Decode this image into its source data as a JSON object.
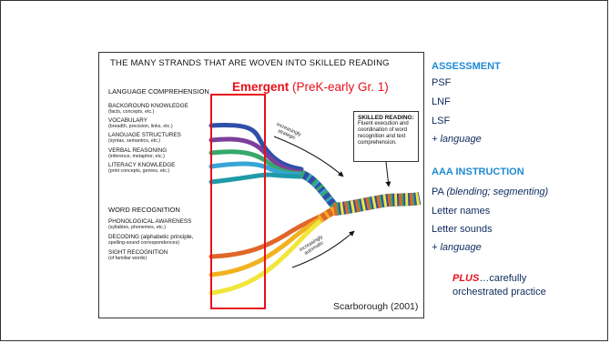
{
  "figure": {
    "title": "THE MANY STRANDS THAT ARE WOVEN INTO SKILLED READING",
    "language_comprehension": {
      "title": "LANGUAGE COMPREHENSION",
      "strands": [
        {
          "name": "BACKGROUND KNOWLEDGE",
          "desc": "(facts, concepts, etc.)"
        },
        {
          "name": "VOCABULARY",
          "desc": "(breadth, precision, links, etc.)"
        },
        {
          "name": "LANGUAGE STRUCTURES",
          "desc": "(syntax, semantics, etc.)"
        },
        {
          "name": "VERBAL REASONING",
          "desc": "(inference, metaphor, etc.)"
        },
        {
          "name": "LITERACY KNOWLEDGE",
          "desc": "(print concepts, genres, etc.)"
        }
      ]
    },
    "word_recognition": {
      "title": "WORD RECOGNITION",
      "strands": [
        {
          "name": "PHONOLOGICAL AWARENESS",
          "desc": "(syllables, phonemes, etc.)"
        },
        {
          "name": "DECODING (alphabetic principle,",
          "desc": "spelling-sound correspondences)"
        },
        {
          "name": "SIGHT RECOGNITION",
          "desc": "(of familiar words)"
        }
      ]
    },
    "emergent": {
      "bold": "Emergent",
      "rest": " (PreK-early Gr. 1)"
    },
    "skilled": {
      "title": "SKILLED READING:",
      "text": "Fluent execution and coordination of word recognition and text comprehension."
    },
    "strategic_label": {
      "line1": "increasingly",
      "line2": "strategic"
    },
    "automatic_label": {
      "line1": "increasingly",
      "line2": "automatic"
    },
    "citation": "Scarborough (2001)",
    "colors": {
      "comprehension": [
        "#2f4fa8",
        "#7e3f9b",
        "#36a86b",
        "#37a5d6",
        "#1f9aa8"
      ],
      "recognition": [
        "#e0662a",
        "#f2b21f",
        "#f1e63a"
      ],
      "highlight": "#e8101a"
    }
  },
  "assessment": {
    "title": "ASSESSMENT",
    "items": [
      "PSF",
      "LNF",
      "LSF"
    ],
    "extra": "+ language"
  },
  "instruction": {
    "title": "AAA INSTRUCTION",
    "pa": "PA ",
    "pa_detail": "(blending; segmenting)",
    "items": [
      "Letter names",
      "Letter sounds"
    ],
    "extra": "+ language"
  },
  "plus_note": {
    "keyword": "PLUS",
    "text1": "…carefully",
    "text2": "orchestrated practice"
  }
}
